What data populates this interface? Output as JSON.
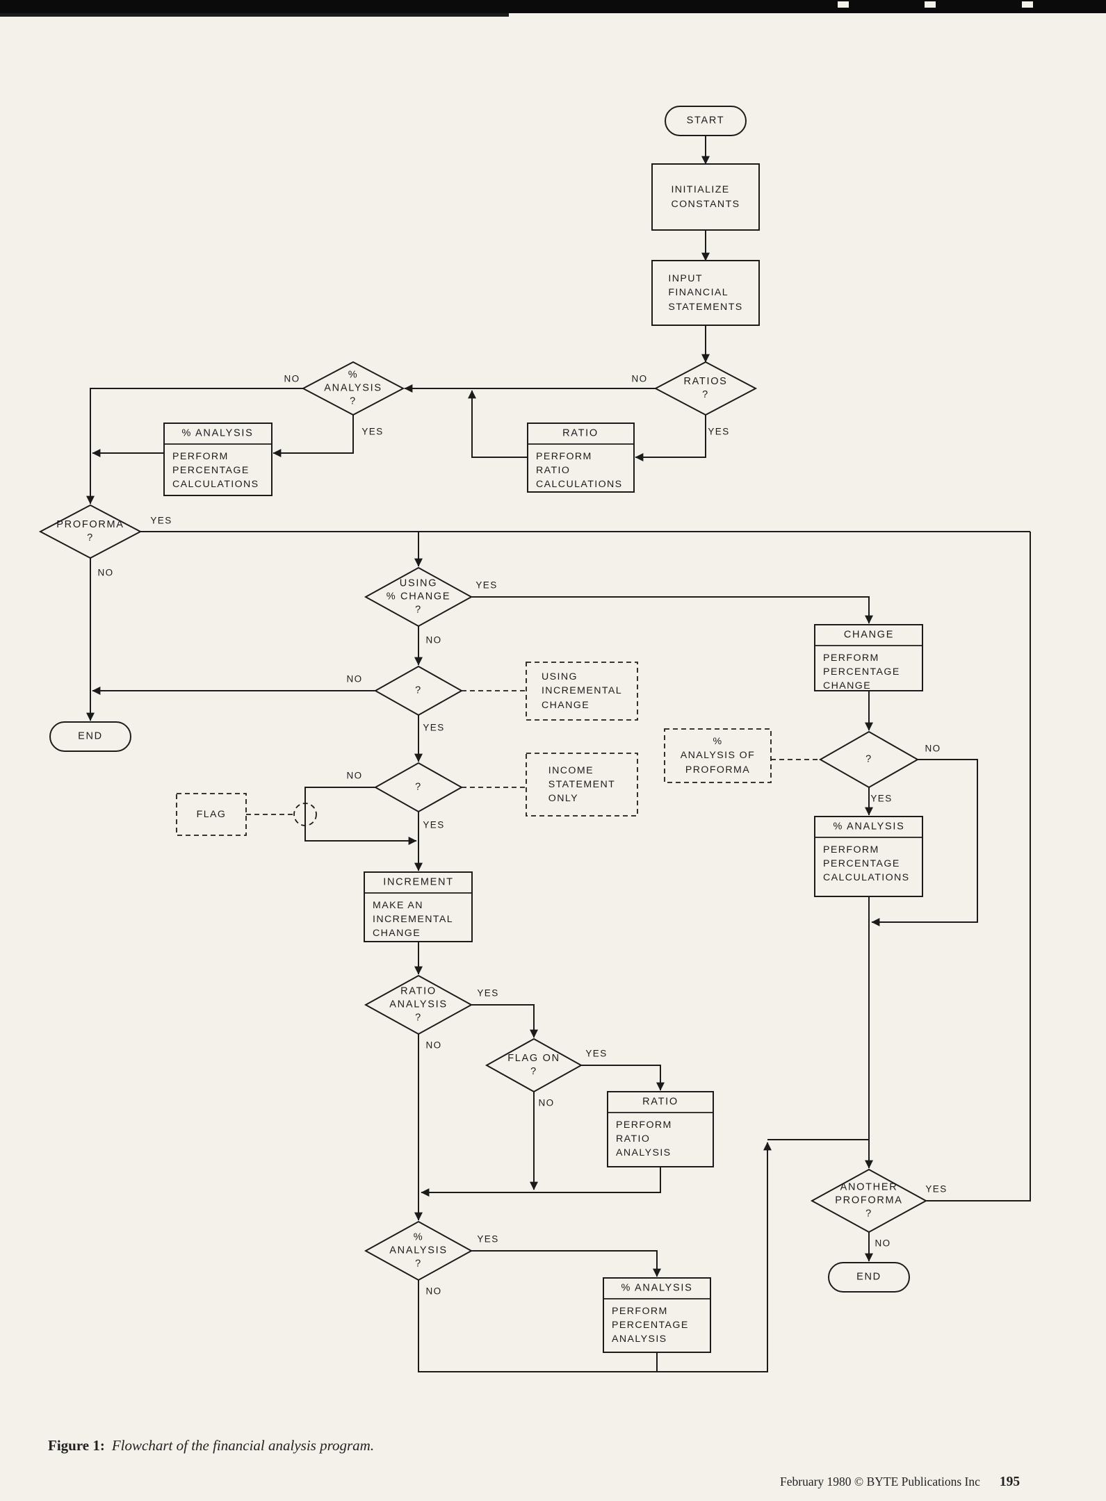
{
  "colors": {
    "paper": "#f3f1ea",
    "ink": "#1b1b1b"
  },
  "nodes": {
    "start": "START",
    "initialize": "INITIALIZE\nCONSTANTS",
    "input": "INPUT\nFINANCIAL\nSTATEMENTS",
    "ratios": "RATIOS\n?",
    "pct_analysis": "%\nANALYSIS\n?",
    "ratio_calc": {
      "title": "RATIO",
      "body": "PERFORM\nRATIO\nCALCULATIONS"
    },
    "pct_calc": {
      "title": "% ANALYSIS",
      "body": "PERFORM\nPERCENTAGE\nCALCULATIONS"
    },
    "proforma": "PROFORMA\n?",
    "end_left": "END",
    "using_pct_change": "USING\n% CHANGE\n?",
    "question": "?",
    "using_incremental": "USING\nINCREMENTAL\nCHANGE",
    "income_statement": "INCOME\nSTATEMENT\nONLY",
    "flag": "FLAG",
    "increment": {
      "title": "INCREMENT",
      "body": "MAKE AN\nINCREMENTAL\nCHANGE"
    },
    "ratio_analysis": "RATIO\nANALYSIS\n?",
    "flag_on": "FLAG ON\n?",
    "ratio_analysis_box": {
      "title": "RATIO",
      "body": "PERFORM\nRATIO\nANALYSIS"
    },
    "pct_analysis_bottom": "%\nANALYSIS\n?",
    "pct_analysis_box": {
      "title": "% ANALYSIS",
      "body": "PERFORM\nPERCENTAGE\nANALYSIS"
    },
    "change": {
      "title": "CHANGE",
      "body": "PERFORM\nPERCENTAGE\nCHANGE"
    },
    "pct_of_proforma": "%\nANALYSIS OF\nPROFORMA",
    "pct_calc_right": {
      "title": "% ANALYSIS",
      "body": "PERFORM\nPERCENTAGE\nCALCULATIONS"
    },
    "another_proforma": "ANOTHER\nPROFORMA\n?",
    "end_right": "END"
  },
  "edge_labels": {
    "yes": "YES",
    "no": "NO"
  },
  "caption": {
    "prefix": "Figure 1:",
    "text": "Flowchart of the financial analysis program."
  },
  "footer": {
    "credit": "February 1980 © BYTE Publications Inc",
    "page": "195"
  }
}
